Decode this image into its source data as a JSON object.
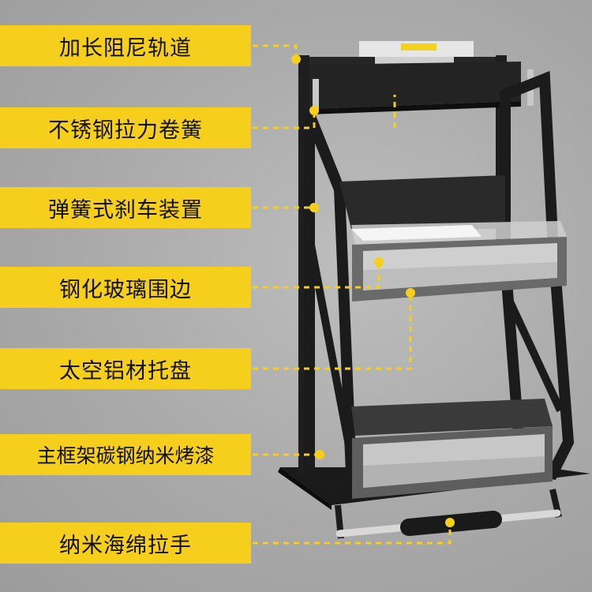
{
  "labels": [
    "加长阻尼轨道",
    "不锈钢拉力卷簧",
    "弹簧式刹车装置",
    "钢化玻璃围边",
    "太空铝材托盘",
    "主框架碳钢纳米烤漆",
    "纳米海绵拉手"
  ],
  "colors": {
    "accent": "#f5cf1c",
    "frame": "#1b1b1b",
    "background": "#a9a9a9"
  }
}
